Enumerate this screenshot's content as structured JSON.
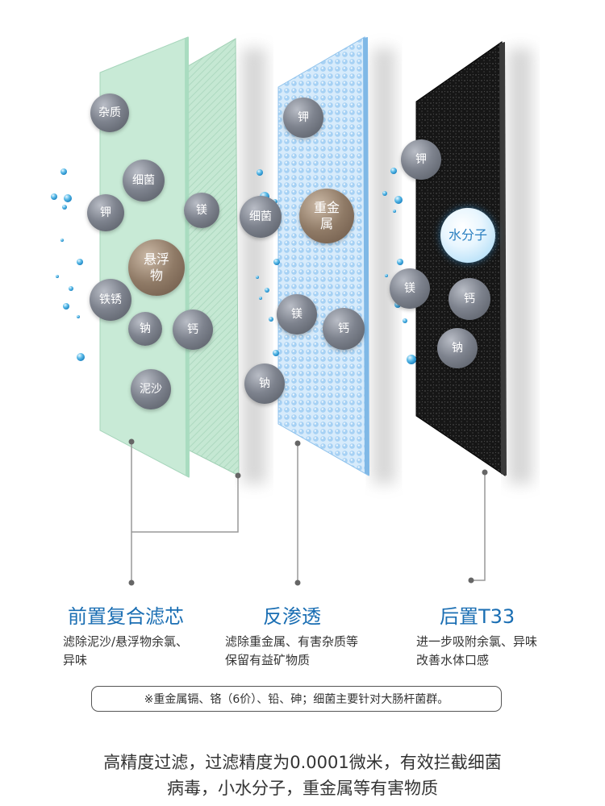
{
  "colors": {
    "title_blue": "#1a6eb3",
    "green_filter": "#c7ead6",
    "blue_filter": "#cfe6fb",
    "carbon_filter": "#151515",
    "water_drop": "#3ca9e0"
  },
  "stages": [
    {
      "title": "前置复合滤芯",
      "description": "滤除泥沙/悬浮物余氯、\n异味",
      "particles": [
        "杂质",
        "细菌",
        "钾",
        "镁",
        "悬浮\n物",
        "铁锈",
        "钠",
        "钙",
        "泥沙"
      ]
    },
    {
      "title": "反渗透",
      "description": "滤除重金属、有害杂质等\n保留有益矿物质",
      "particles": [
        "钾",
        "细菌",
        "重金\n属",
        "镁",
        "钙",
        "钠"
      ]
    },
    {
      "title": "后置T33",
      "description": "进一步吸附余氯、异味\n改善水体口感",
      "particles": [
        "钾",
        "水分子",
        "镁",
        "钙",
        "钠"
      ]
    }
  ],
  "note": "※重金属镉、铬（6价）、铅、砷；细菌主要针对大肠杆菌群。",
  "summary_line1": "高精度过滤，过滤精度为0.0001微米，有效拦截细菌",
  "summary_line2": "病毒，小水分子，重金属等有害物质"
}
